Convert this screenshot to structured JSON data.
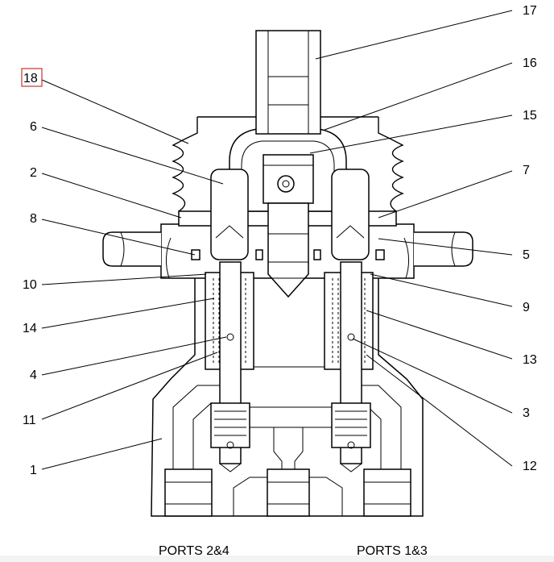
{
  "diagram": {
    "callouts": [
      "17",
      "16",
      "15",
      "7",
      "5",
      "9",
      "13",
      "3",
      "12",
      "18",
      "6",
      "2",
      "8",
      "10",
      "14",
      "4",
      "11",
      "1"
    ],
    "highlighted_callout": "18",
    "ports_left": "PORTS 2&4",
    "ports_right": "PORTS 1&3",
    "colors": {
      "line": "#000000",
      "highlight": "#cc3333",
      "background": "#ffffff"
    }
  }
}
